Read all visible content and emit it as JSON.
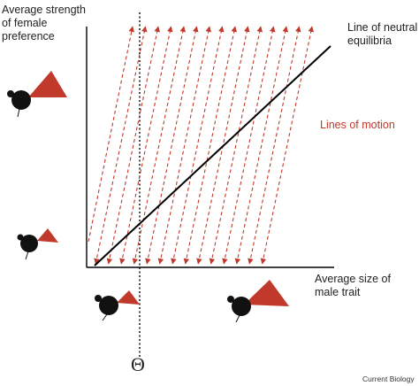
{
  "labels": {
    "y_axis_line1": "Average strength",
    "y_axis_line2": "of female",
    "y_axis_line3": "preference",
    "neutral_line1": "Line of neutral",
    "neutral_line2": "equilibria",
    "lines_of_motion": "Lines of motion",
    "x_axis_line1": "Average size of",
    "x_axis_line2": "male trait",
    "theta": "Θ",
    "credit": "Current Biology"
  },
  "colors": {
    "axis": "#000000",
    "motion": "#c0392b",
    "bird_body": "#111111",
    "ornament": "#c0392b"
  },
  "motion_line_count": 15
}
